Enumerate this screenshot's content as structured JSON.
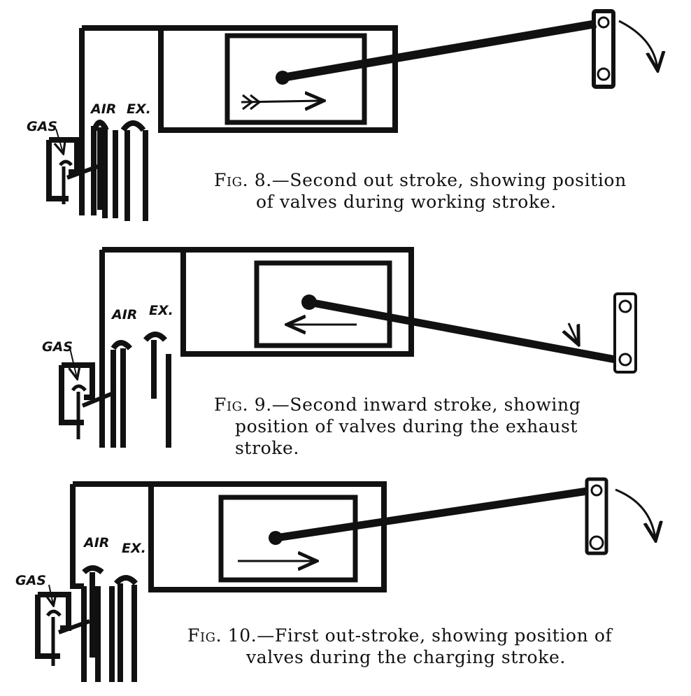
{
  "figures": [
    {
      "labels": {
        "gas": "GAS",
        "air": "AIR",
        "ex": "EX."
      },
      "caption": {
        "prefix": "Fig.",
        "number": "8.",
        "line1": "—Second out stroke, showing position",
        "line2": "of valves during working stroke."
      }
    },
    {
      "labels": {
        "gas": "GAS",
        "air": "AIR",
        "ex": "EX."
      },
      "caption": {
        "prefix": "Fig.",
        "number": "9.",
        "line1": "—Second inward stroke, showing",
        "line2": "position of valves during the exhaust",
        "line3": "stroke."
      }
    },
    {
      "labels": {
        "gas": "GAS",
        "air": "AIR",
        "ex": "EX."
      },
      "caption": {
        "prefix": "Fig.",
        "number": "10.",
        "line1": "—First out-stroke, showing position of",
        "line2": "valves during the charging stroke."
      }
    }
  ],
  "colors": {
    "ink": "#111111",
    "paper": "#ffffff"
  }
}
